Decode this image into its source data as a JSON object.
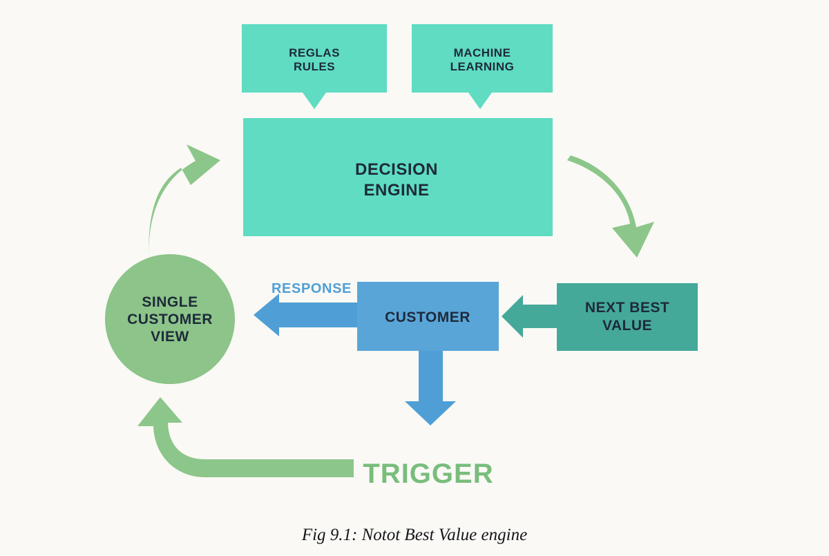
{
  "figure": {
    "caption": "Fig 9.1: Notot Best Value engine",
    "background_color": "#faf9f5"
  },
  "palette": {
    "turquoise": "#5fdcc2",
    "blue": "#59a5d8",
    "teal": "#45a99a",
    "green": "#8dc489",
    "green_light": "#8cc68a",
    "text_dark": "#1d2a3a",
    "response_blue": "#4f9fd6",
    "trigger_green": "#79bd7c"
  },
  "nodes": {
    "rules": {
      "line1": "REGLAS",
      "line2": "RULES",
      "color": "#5fdcc2"
    },
    "machine_learning": {
      "line1": "MACHINE",
      "line2": "LEARNING",
      "color": "#5fdcc2"
    },
    "decision_engine": {
      "line1": "DECISION",
      "line2": "ENGINE",
      "color": "#5fdcc2"
    },
    "single_customer_view": {
      "line1": "SINGLE",
      "line2": "CUSTOMER",
      "line3": "VIEW",
      "color": "#8dc489"
    },
    "customer": {
      "line1": "CUSTOMER",
      "color": "#59a5d8"
    },
    "next_best_value": {
      "line1": "NEXT BEST",
      "line2": "VALUE",
      "color": "#45a99a"
    }
  },
  "edges": {
    "response": {
      "label": "RESPONSE",
      "color": "#4f9fd6"
    },
    "trigger": {
      "label": "TRIGGER",
      "color": "#79bd7c"
    }
  }
}
